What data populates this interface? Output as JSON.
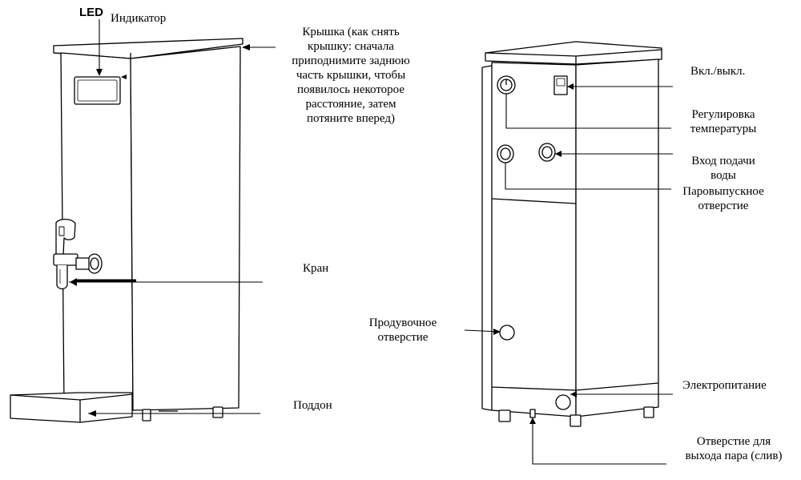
{
  "labels": {
    "led": "LED",
    "indicator": "Индикатор",
    "lid": "Крышка (как снять\nкрышку: сначала\nприподнимите заднюю\nчасть крышки, чтобы\nпоявилось некоторое\nрасстояние, затем\nпотяните вперед)",
    "tap": "Кран",
    "tray": "Поддон",
    "power_switch": "Вкл./выкл.",
    "temperature": "Регулировка\nтемпературы",
    "water_inlet": "Вход подачи\nводы",
    "steam_outlet": "Паровыпускное\nотверстие",
    "purge_hole": "Продувочное\nотверстие",
    "power_supply": "Электропитание",
    "steam_drain": "Отверстие для\nвыхода пара (слив)"
  }
}
